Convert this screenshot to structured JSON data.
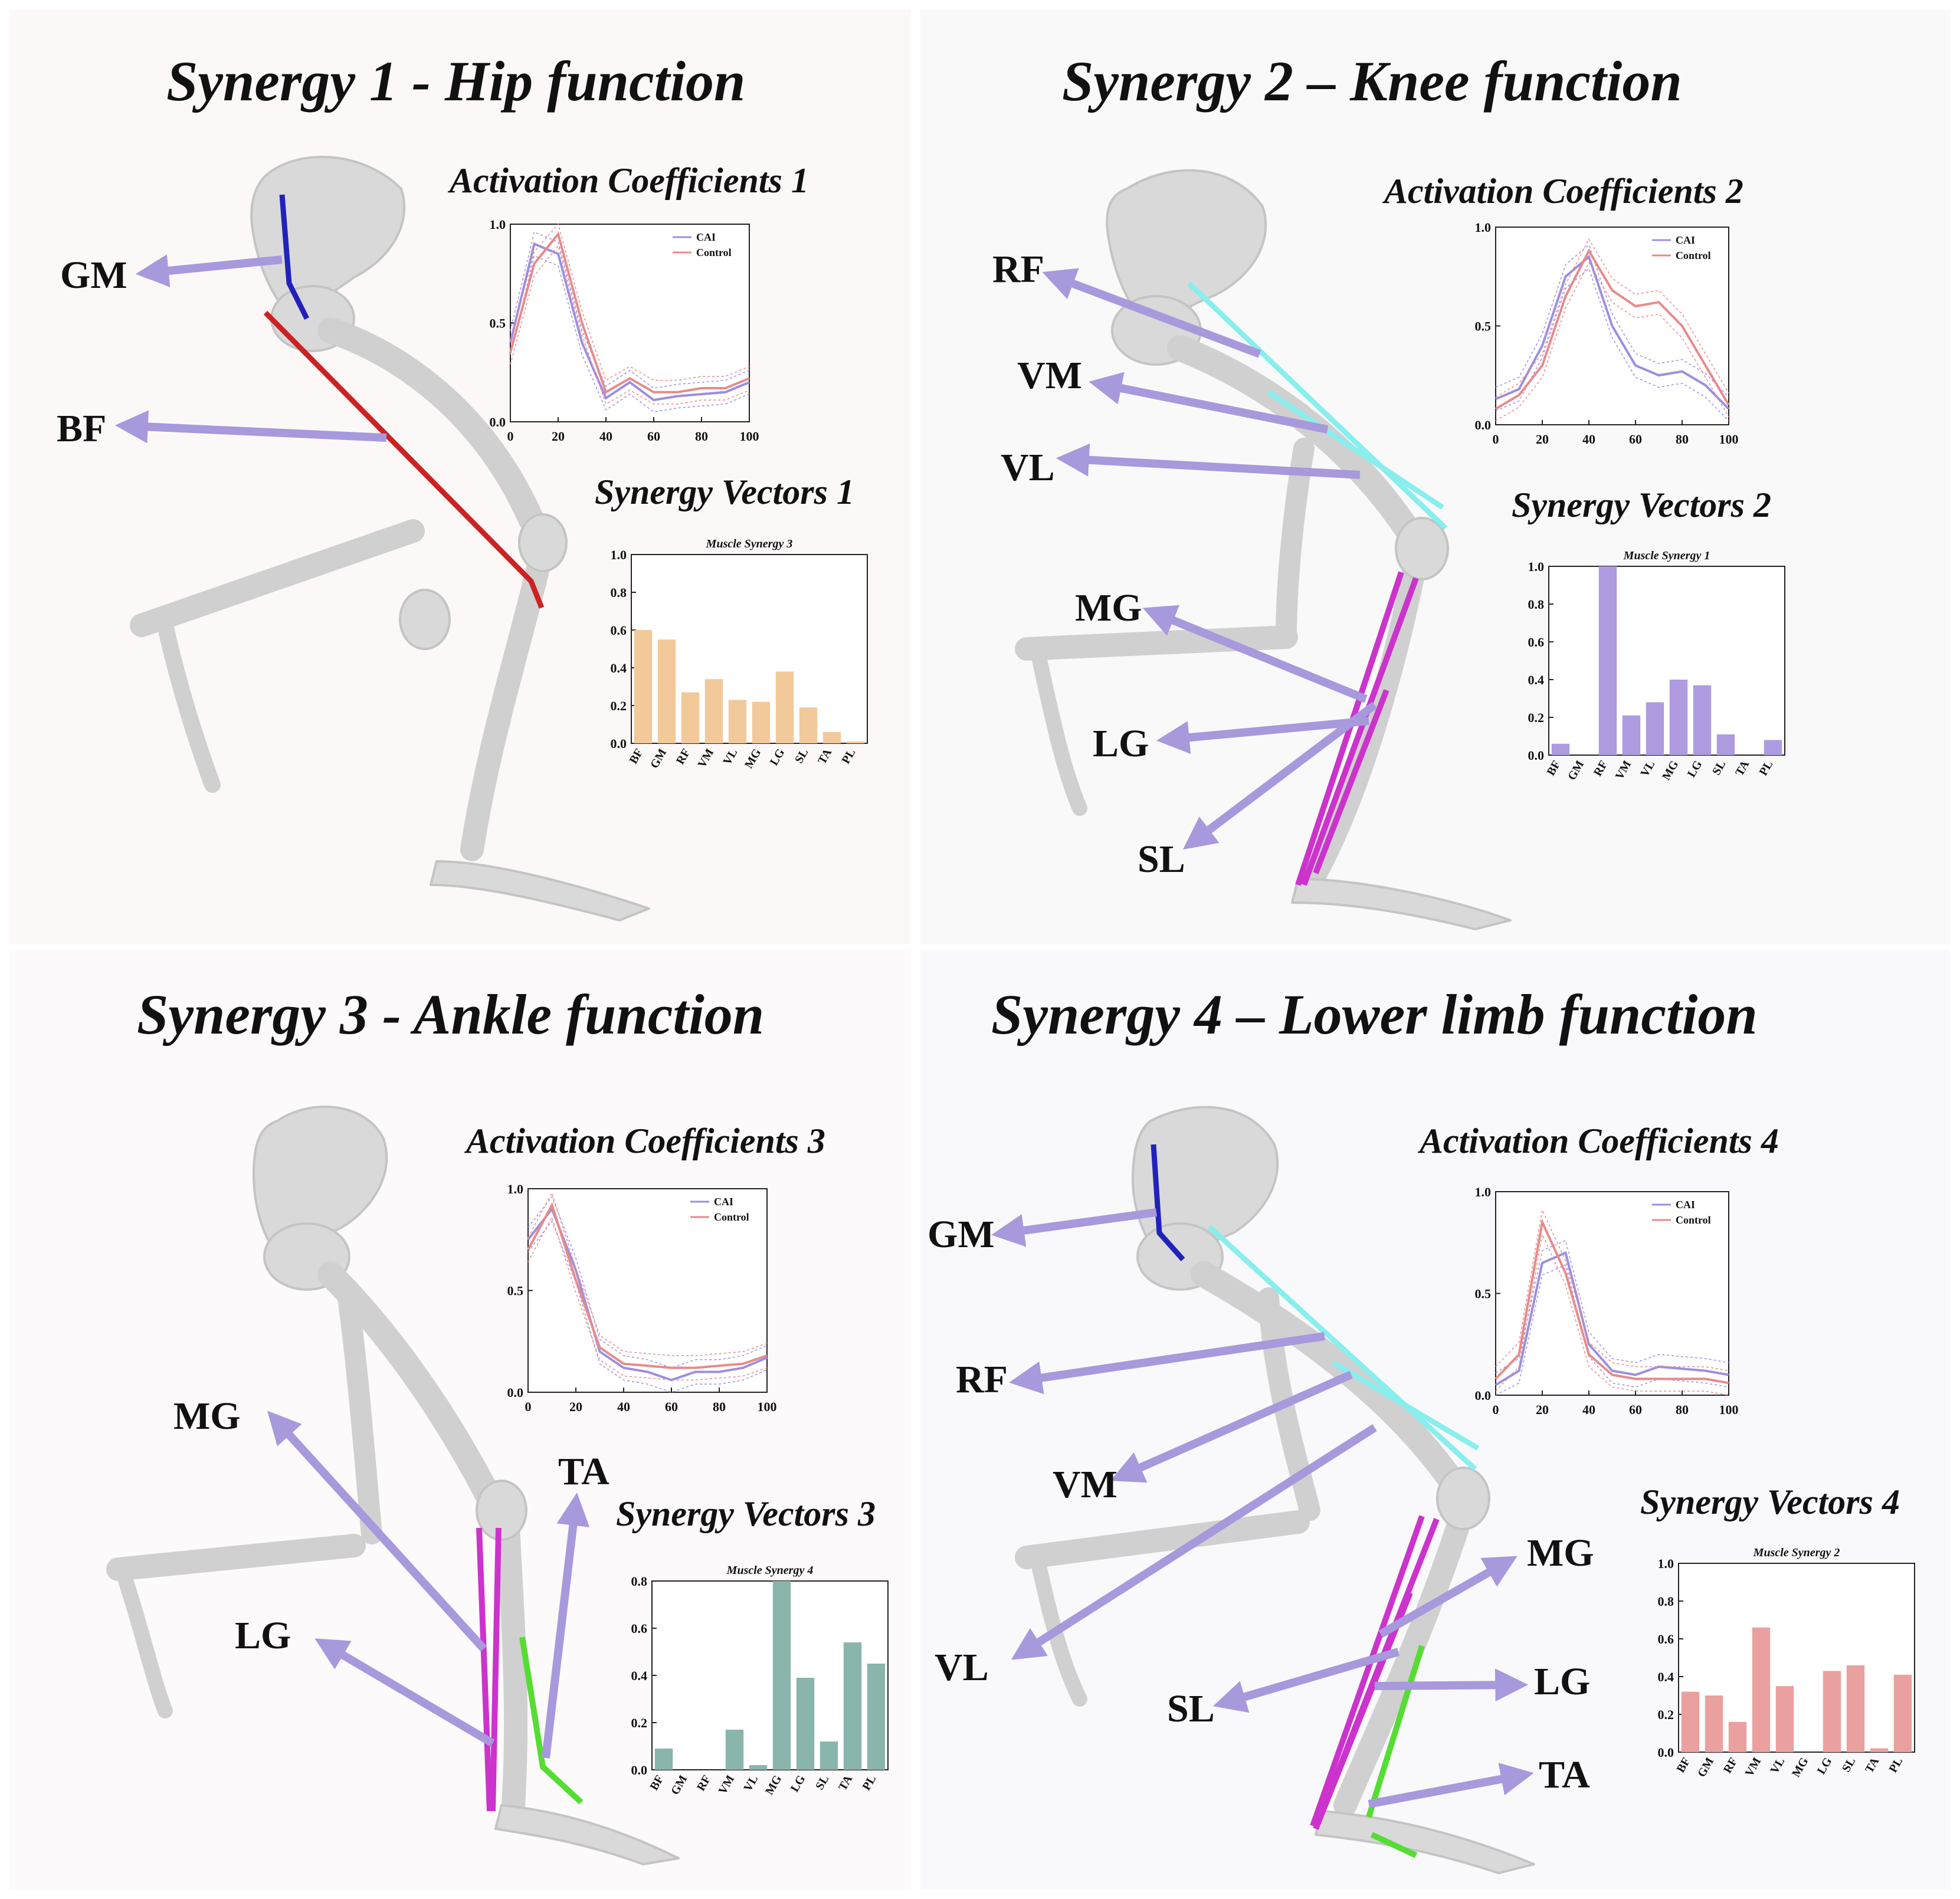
{
  "panels": [
    {
      "title": "Synergy 1 - Hip function",
      "activation_title": "Activation Coefficients 1",
      "vectors_title": "Synergy Vectors 1",
      "muscle_labels": [
        "GM",
        "BF"
      ]
    },
    {
      "title": "Synergy 2 – Knee function",
      "activation_title": "Activation Coefficients 2",
      "vectors_title": "Synergy Vectors 2",
      "muscle_labels": [
        "RF",
        "VM",
        "VL",
        "MG",
        "LG",
        "SL"
      ]
    },
    {
      "title": "Synergy 3 - Ankle function",
      "activation_title": "Activation Coefficients 3",
      "vectors_title": "Synergy Vectors 3",
      "muscle_labels": [
        "MG",
        "TA",
        "LG"
      ]
    },
    {
      "title": "Synergy 4 – Lower limb function",
      "activation_title": "Activation Coefficients 4",
      "vectors_title": "Synergy Vectors 4",
      "muscle_labels": [
        "GM",
        "RF",
        "VM",
        "VL",
        "MG",
        "SL",
        "LG",
        "TA"
      ]
    }
  ],
  "colors": {
    "arrow": "#a898dc",
    "cai": "#9b8fe0",
    "control": "#e88a8a",
    "gm_line": "#2222bb",
    "bf_line": "#cc2222",
    "quad_line": "#88eeee",
    "calf_line": "#cc33cc",
    "ta_line": "#55dd33",
    "bone": "#d9d9d9"
  },
  "chart_data": [
    {
      "type": "line",
      "name": "activation-1",
      "x": [
        0,
        10,
        20,
        30,
        40,
        50,
        60,
        70,
        80,
        90,
        100
      ],
      "series": [
        {
          "name": "CAI",
          "values": [
            0.4,
            0.9,
            0.85,
            0.4,
            0.12,
            0.2,
            0.11,
            0.13,
            0.14,
            0.15,
            0.2
          ]
        },
        {
          "name": "Control",
          "values": [
            0.35,
            0.8,
            0.95,
            0.5,
            0.15,
            0.22,
            0.15,
            0.15,
            0.17,
            0.17,
            0.22
          ]
        }
      ],
      "legend": "top-right",
      "xlim": [
        0,
        100
      ],
      "ylim": [
        0,
        1.0
      ],
      "xticks": [
        "0",
        "20",
        "40",
        "60",
        "80",
        "100"
      ],
      "yticks": [
        "0.0",
        "0.5",
        "1.0"
      ]
    },
    {
      "type": "bar",
      "name": "vectors-1",
      "title": "Muscle Synergy 3",
      "categories": [
        "BF",
        "GM",
        "RF",
        "VM",
        "VL",
        "MG",
        "LG",
        "SL",
        "TA",
        "PL"
      ],
      "values": [
        0.6,
        0.55,
        0.27,
        0.34,
        0.23,
        0.22,
        0.38,
        0.19,
        0.06,
        0.01
      ],
      "ylim": [
        0,
        1.0
      ],
      "yticks": [
        "0.0",
        "0.2",
        "0.4",
        "0.6",
        "0.8",
        "1.0"
      ],
      "color": "#f2c99a"
    },
    {
      "type": "line",
      "name": "activation-2",
      "x": [
        0,
        10,
        20,
        30,
        40,
        50,
        60,
        70,
        80,
        90,
        100
      ],
      "series": [
        {
          "name": "CAI",
          "values": [
            0.13,
            0.18,
            0.4,
            0.75,
            0.85,
            0.5,
            0.3,
            0.25,
            0.27,
            0.2,
            0.08
          ]
        },
        {
          "name": "Control",
          "values": [
            0.08,
            0.15,
            0.3,
            0.65,
            0.88,
            0.68,
            0.6,
            0.62,
            0.5,
            0.3,
            0.1
          ]
        }
      ],
      "legend": "top-right",
      "xlim": [
        0,
        100
      ],
      "ylim": [
        0,
        1.0
      ],
      "xticks": [
        "0",
        "20",
        "40",
        "60",
        "80",
        "100"
      ],
      "yticks": [
        "0.0",
        "0.5",
        "1.0"
      ]
    },
    {
      "type": "bar",
      "name": "vectors-2",
      "title": "Muscle Synergy 1",
      "categories": [
        "BF",
        "GM",
        "RF",
        "VM",
        "VL",
        "MG",
        "LG",
        "SL",
        "TA",
        "PL"
      ],
      "values": [
        0.06,
        0.0,
        1.0,
        0.21,
        0.28,
        0.4,
        0.37,
        0.11,
        0.0,
        0.08
      ],
      "ylim": [
        0,
        1.0
      ],
      "yticks": [
        "0.0",
        "0.2",
        "0.4",
        "0.6",
        "0.8",
        "1.0"
      ],
      "color": "#ae9be0"
    },
    {
      "type": "line",
      "name": "activation-3",
      "x": [
        0,
        10,
        20,
        30,
        40,
        50,
        60,
        70,
        80,
        90,
        100
      ],
      "series": [
        {
          "name": "CAI",
          "values": [
            0.75,
            0.9,
            0.6,
            0.2,
            0.12,
            0.1,
            0.06,
            0.1,
            0.1,
            0.12,
            0.17
          ]
        },
        {
          "name": "Control",
          "values": [
            0.7,
            0.92,
            0.55,
            0.22,
            0.14,
            0.13,
            0.12,
            0.12,
            0.13,
            0.14,
            0.18
          ]
        }
      ],
      "legend": "top-right",
      "xlim": [
        0,
        100
      ],
      "ylim": [
        0,
        1.0
      ],
      "xticks": [
        "0",
        "20",
        "40",
        "60",
        "80",
        "100"
      ],
      "yticks": [
        "0.0",
        "0.5",
        "1.0"
      ]
    },
    {
      "type": "bar",
      "name": "vectors-3",
      "title": "Muscle Synergy 4",
      "categories": [
        "BF",
        "GM",
        "RF",
        "VM",
        "VL",
        "MG",
        "LG",
        "SL",
        "TA",
        "PL"
      ],
      "values": [
        0.09,
        0.0,
        0.0,
        0.17,
        0.02,
        0.81,
        0.39,
        0.12,
        0.54,
        0.45
      ],
      "ylim": [
        0,
        0.8
      ],
      "yticks": [
        "0.0",
        "0.2",
        "0.4",
        "0.6",
        "0.8"
      ],
      "color": "#8ab5ad"
    },
    {
      "type": "line",
      "name": "activation-4",
      "x": [
        0,
        10,
        20,
        30,
        40,
        50,
        60,
        70,
        80,
        90,
        100
      ],
      "series": [
        {
          "name": "CAI",
          "values": [
            0.05,
            0.12,
            0.65,
            0.7,
            0.25,
            0.12,
            0.1,
            0.14,
            0.13,
            0.12,
            0.1
          ]
        },
        {
          "name": "Control",
          "values": [
            0.08,
            0.2,
            0.85,
            0.6,
            0.2,
            0.1,
            0.08,
            0.08,
            0.08,
            0.08,
            0.06
          ]
        }
      ],
      "legend": "top-right",
      "xlim": [
        0,
        100
      ],
      "ylim": [
        0,
        1.0
      ],
      "xticks": [
        "0",
        "20",
        "40",
        "60",
        "80",
        "100"
      ],
      "yticks": [
        "0.0",
        "0.5",
        "1.0"
      ]
    },
    {
      "type": "bar",
      "name": "vectors-4",
      "title": "Muscle Synergy 2",
      "categories": [
        "BF",
        "GM",
        "RF",
        "VM",
        "VL",
        "MG",
        "LG",
        "SL",
        "TA",
        "PL"
      ],
      "values": [
        0.32,
        0.3,
        0.16,
        0.66,
        0.35,
        0.0,
        0.43,
        0.46,
        0.02,
        0.41
      ],
      "ylim": [
        0,
        1.0
      ],
      "yticks": [
        "0.0",
        "0.2",
        "0.4",
        "0.6",
        "0.8",
        "1.0"
      ],
      "color": "#eba0a0"
    }
  ]
}
